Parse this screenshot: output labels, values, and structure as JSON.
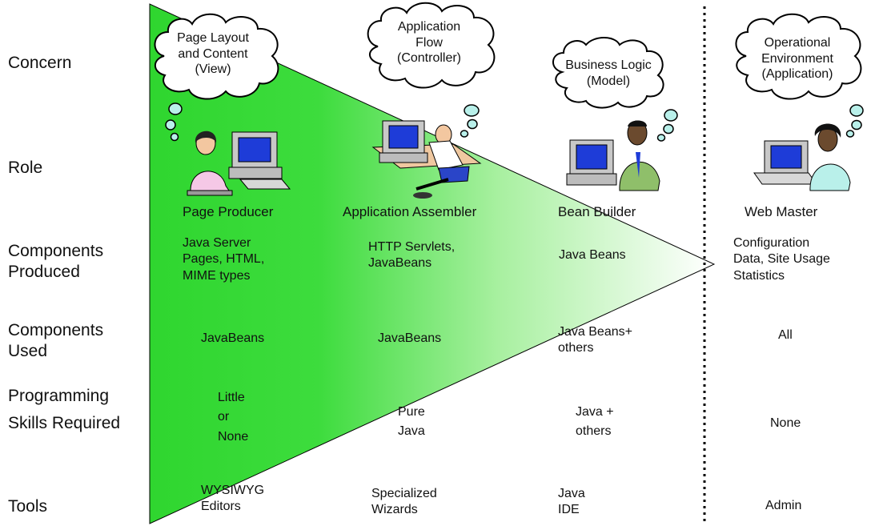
{
  "row_labels": {
    "concern": "Concern",
    "role": "Role",
    "produced_1": "Components",
    "produced_2": "Produced",
    "used_1": "Components",
    "used_2": "Used",
    "skills_1": "Programming",
    "skills_2": "Skills Required",
    "tools": "Tools"
  },
  "clouds": [
    {
      "lines": [
        "Page Layout",
        "and Content",
        "(View)"
      ]
    },
    {
      "lines": [
        "Application",
        "Flow",
        "(Controller)"
      ]
    },
    {
      "lines": [
        "Business Logic",
        "(Model)"
      ]
    },
    {
      "lines": [
        "Operational",
        "Environment",
        "(Application)"
      ]
    }
  ],
  "roles": [
    "Page Producer",
    "Application Assembler",
    "Bean Builder",
    "Web Master"
  ],
  "produced": [
    [
      "Java Server",
      "Pages, HTML,",
      "MIME types"
    ],
    [
      "HTTP Servlets,",
      "JavaBeans"
    ],
    [
      "Java Beans"
    ],
    [
      "Configuration",
      "Data, Site Usage",
      "Statistics"
    ]
  ],
  "used": [
    [
      "JavaBeans"
    ],
    [
      "JavaBeans"
    ],
    [
      "Java Beans+",
      "others"
    ],
    [
      "All"
    ]
  ],
  "skills": [
    [
      "Little",
      "or",
      "None"
    ],
    [
      "Pure",
      "Java"
    ],
    [
      "Java +",
      "others"
    ],
    [
      "None"
    ]
  ],
  "tools": [
    [
      "WYSIWYG",
      "Editors"
    ],
    [
      "Specialized",
      "Wizards"
    ],
    [
      "Java",
      "IDE"
    ],
    [
      "Admin"
    ]
  ],
  "colors": {
    "triangle_start": "#2fd62f",
    "triangle_end": "#ffffff",
    "cloud_fill": "#ffffff",
    "thought_bubble": "#b9f0ea",
    "divider": "#000000"
  }
}
